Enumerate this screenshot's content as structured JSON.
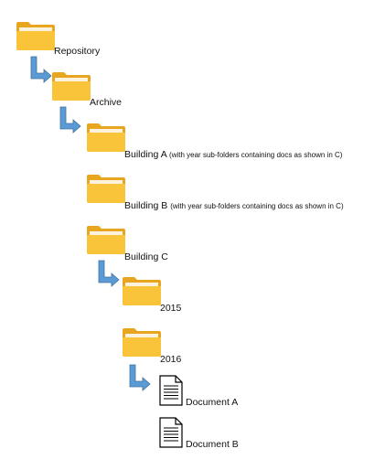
{
  "tree": {
    "repository": {
      "label": "Repository"
    },
    "archive": {
      "label": "Archive"
    },
    "building_a": {
      "label": "Building A",
      "note": "(with year sub-folders containing docs as shown in C)"
    },
    "building_b": {
      "label": "Building B",
      "note": "(with year sub-folders containing docs as shown in C)"
    },
    "building_c": {
      "label": "Building C"
    },
    "year_2015": {
      "label": "2015"
    },
    "year_2016": {
      "label": "2016"
    },
    "doc_a": {
      "label": "Document A"
    },
    "doc_b": {
      "label": "Document B"
    }
  },
  "icons": {
    "folder": "folder-icon",
    "document": "document-icon",
    "arrow": "elbow-arrow-icon"
  },
  "colors": {
    "folder_front": "#F9C33A",
    "folder_back": "#E8A520",
    "arrow": "#5B9BD5",
    "arrow_stroke": "#41719C"
  }
}
